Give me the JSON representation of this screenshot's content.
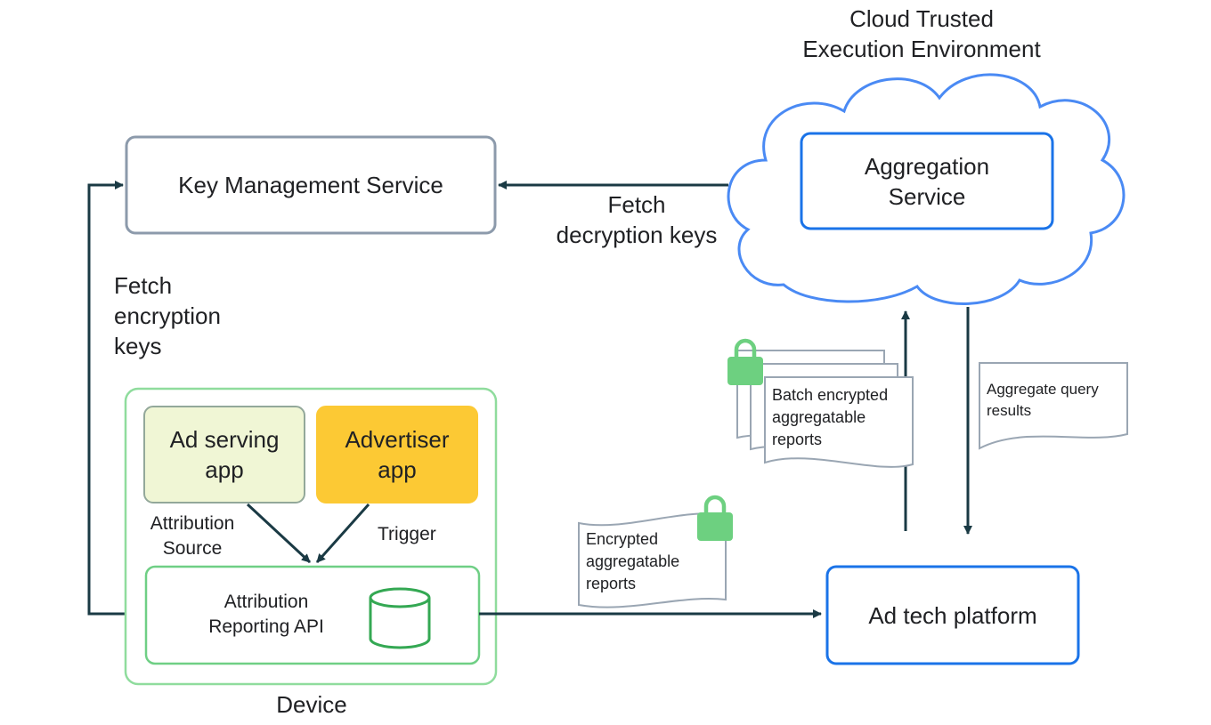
{
  "cloud": {
    "title": "Cloud Trusted\nExecution Environment",
    "aggregation_service": "Aggregation\nService"
  },
  "kms": {
    "label": "Key Management Service"
  },
  "fetch_decryption": "Fetch\ndecryption keys",
  "fetch_encryption": "Fetch\nencryption\nkeys",
  "device": {
    "label": "Device",
    "ad_serving_app": "Ad serving\napp",
    "advertiser_app": "Advertiser\napp",
    "attribution_source": "Attribution\nSource",
    "trigger": "Trigger",
    "api": "Attribution\nReporting API"
  },
  "reports": {
    "encrypted": "Encrypted\naggregatable\nreports",
    "batch": "Batch encrypted\naggregatable\nreports",
    "query_results": "Aggregate query\nresults"
  },
  "ad_tech": {
    "label": "Ad tech platform"
  },
  "colors": {
    "arrow": "#1a3a44",
    "cloud_blue": "#4a8af4",
    "box_blue": "#1a73e8",
    "kms_gray": "#8c9aab",
    "device_green": "#8fdc9d",
    "api_green": "#6fcf85",
    "ad_serving_fill": "#f0f6d5",
    "ad_serving_border": "#93a89a",
    "advertiser_fill": "#fcc934",
    "lock_green": "#6dd080",
    "doc_border": "#9aa6b3"
  }
}
